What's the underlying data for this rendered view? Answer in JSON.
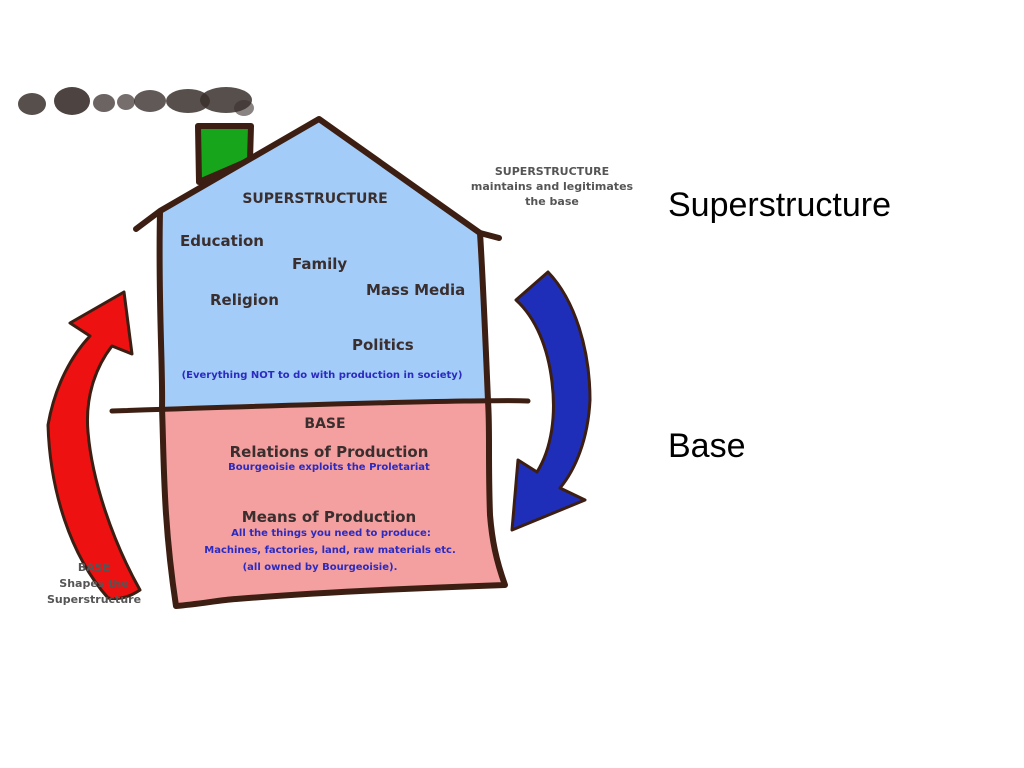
{
  "colors": {
    "superstructure_fill": "#a3cdf8",
    "base_fill": "#f4a0a0",
    "outline": "#3c1e12",
    "chimney": "#17a51c",
    "up_arrow": "#ee1111",
    "down_arrow": "#1f2eb8",
    "smoke": "#3a302d",
    "explanation_text": "#2b2bc0"
  },
  "icons": [
    "smoke-icon",
    "chimney",
    "up-arrow-icon",
    "down-arrow-icon"
  ],
  "diagram": {
    "superstructure": {
      "heading": "SUPERSTRUCTURE",
      "items": [
        "Education",
        "Family",
        "Religion",
        "Mass Media",
        "Politics"
      ],
      "note": "(Everything NOT to do with production in society)"
    },
    "base": {
      "heading": "BASE",
      "relations": {
        "title": "Relations of Production",
        "subtitle": "Bourgeoisie exploits the Proletariat"
      },
      "means": {
        "title": "Means of Production",
        "lines": [
          "All the things you need to produce:",
          "Machines, factories, land, raw materials etc.",
          "(all owned by Bourgeoisie)."
        ]
      }
    },
    "right_caption": [
      "SUPERSTRUCTURE",
      "maintains and legitimates",
      "the base"
    ],
    "left_caption": [
      "BASE",
      "Shapes the",
      "Superstructure"
    ]
  },
  "slide_labels": {
    "superstructure": "Superstructure",
    "base": "Base"
  }
}
